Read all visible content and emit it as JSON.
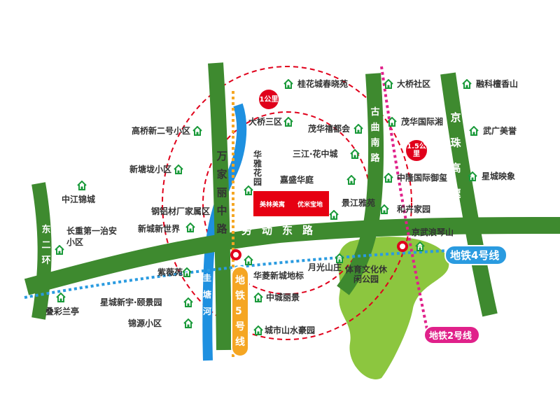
{
  "logo": {
    "left": "美林美寓",
    "right": "优米宝地"
  },
  "roads": {
    "laodong": "劳动东路",
    "donger": "东二环",
    "wanjia": "万家丽中路",
    "guqu": "古曲南路",
    "jingzhu": "京珠高速",
    "huaya": "华雅花园",
    "guitang": "圭塘河"
  },
  "metro": {
    "line4": "地铁4号线",
    "line5": "地铁5号线",
    "line2": "地铁2号线"
  },
  "radius": {
    "r1": "1公里",
    "r15": "1.5公里"
  },
  "park": "体育文化休闲公园",
  "places": [
    "桂花城春晓苑",
    "大桥社区",
    "融科檀香山",
    "大桥三区",
    "茂华禧都会",
    "茂华国际湘",
    "高桥新二号小区",
    "武广美誉",
    "三江·花中城",
    "新塘垅小区",
    "嘉盛华庭",
    "中隆国际御玺",
    "星城映象",
    "中江锦城",
    "钢铝材厂家属区",
    "景江雅苑",
    "和卉家园",
    "长重第一治安小区",
    "新城新世界",
    "京武浪琴山",
    "紫薇苑",
    "华菱新城地标",
    "月光山庄",
    "星城新宇·颐景园",
    "中城丽景",
    "叠彩兰亭",
    "锦源小区",
    "城市山水豪园"
  ],
  "colors": {
    "road": "#3e8a2f",
    "river": "#1e90e0",
    "line4": "#2a9be0",
    "line5": "#f5a623",
    "line2": "#e0218a",
    "ring": "#e0001b",
    "house": "#1a9a3a"
  }
}
